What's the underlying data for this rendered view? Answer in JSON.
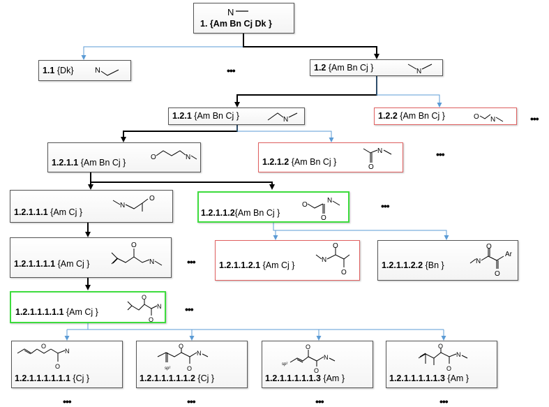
{
  "nodes": {
    "n1": {
      "id": "1.",
      "sets": "{Am Bn Cj  Dk }",
      "mol_label": "N"
    },
    "n1_1": {
      "id": "1.1",
      "sets": "{Dk}",
      "mol_label": "N"
    },
    "n1_2": {
      "id": "1.2",
      "sets": "{Am  Bn  Cj }",
      "mol_label": "N"
    },
    "n1_2_1": {
      "id": "1.2.1",
      "sets": "{Am Bn  Cj }",
      "mol_label": "N"
    },
    "n1_2_2": {
      "id": "1.2.2",
      "sets": "{Am Bn  Cj }",
      "mol_labels": [
        "O",
        "N"
      ]
    },
    "n1_2_1_1": {
      "id": "1.2.1.1",
      "sets": "{Am Bn  Cj }",
      "mol_labels": [
        "O",
        "N"
      ]
    },
    "n1_2_1_2": {
      "id": "1.2.1.2",
      "sets": "{Am  Bn   Cj }",
      "mol_labels": [
        "N",
        "O"
      ]
    },
    "n1_2_1_1_1": {
      "id": "1.2.1.1.1",
      "sets": "{Am   Cj }",
      "mol_labels": [
        "N",
        "O"
      ]
    },
    "n1_2_1_1_2": {
      "id": "1.2.1.1.2",
      "sets": "{Am  Bn  Cj }",
      "mol_labels": [
        "O",
        "N",
        "O"
      ]
    },
    "n1_2_1_1_1_1": {
      "id": "1.2.1.1.1.1",
      "sets": "{Am Cj }",
      "mol_labels": [
        "O",
        "N"
      ]
    },
    "n1_2_1_1_2_1": {
      "id": "1.2.1.1.2.1",
      "sets": "{Am Cj }",
      "mol_labels": [
        "N",
        "O",
        "O"
      ]
    },
    "n1_2_1_1_2_2": {
      "id": "1.2.1.1.2.2",
      "sets": "{Bn }",
      "mol_labels": [
        "N",
        "O",
        "Ar",
        "O"
      ]
    },
    "n1_2_1_1_1_1_1": {
      "id": "1.2.1.1.1.1.1",
      "sets": "{Am    Cj }",
      "mol_labels": [
        "O",
        "N",
        "O"
      ]
    },
    "leaf1": {
      "id": "1.2.1.1.1.1.1.1",
      "sets": "{Cj }",
      "mol_labels": [
        "O",
        "N",
        "O"
      ]
    },
    "leaf2": {
      "id": "1.2.1.1.1.1.1.2",
      "sets": "{Cj }",
      "mol_labels": [
        "O",
        "N",
        "O",
        "sp²"
      ]
    },
    "leaf3": {
      "id": "1.2.1.1.1.1.1.3",
      "sets": "{Am }",
      "mol_labels": [
        "O",
        "N",
        "O",
        "sp²"
      ]
    },
    "leaf4": {
      "id": "1.2.1.1.1.1.1.3",
      "sets": "{Am }",
      "mol_labels": [
        "O",
        "N",
        "O"
      ]
    }
  },
  "ellipsis": "•••",
  "colors": {
    "black_edge": "#000000",
    "blue_edge": "#5b9bd5",
    "red_border": "#e06060",
    "green_border": "#3ddc3d",
    "gray_border": "#555555"
  }
}
